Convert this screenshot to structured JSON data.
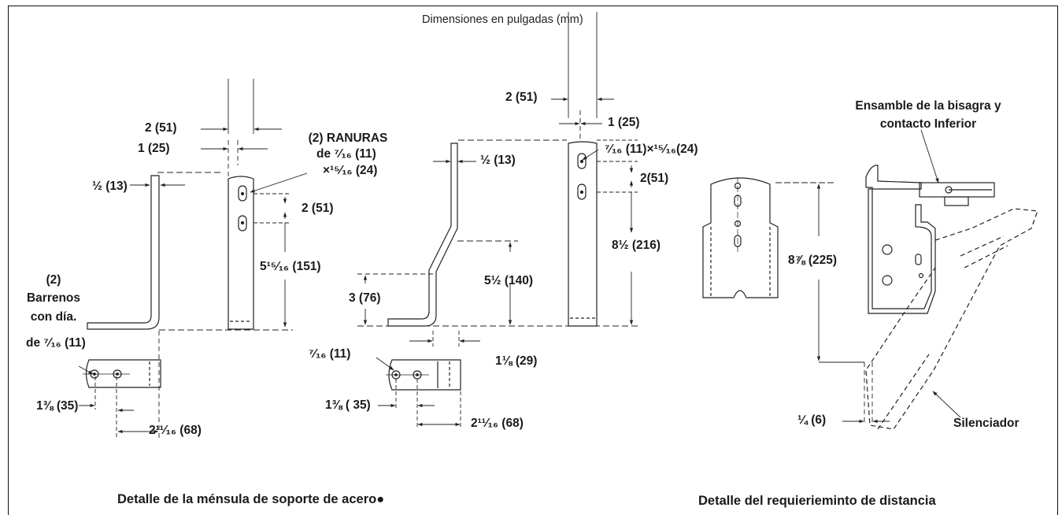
{
  "header": {
    "units_note": "Dimensiones en pulgadas (mm)"
  },
  "captions": {
    "left": "Detalle de la ménsula de soporte de acero●",
    "right": "Detalle del requierieminto de distancia"
  },
  "bracket_straight": {
    "top_width": "2 (51)",
    "inner_width": "1 (25)",
    "thickness": "½ (13)",
    "slots_line1": "(2) RANURAS",
    "slots_line2": "de ⁷⁄₁₆ (11)",
    "slots_line3": "×¹⁵⁄₁₆ (24)",
    "slot_spacing": "2 (51)",
    "height": "5¹⁵⁄₁₆ (151)",
    "holes_line1": "(2)",
    "holes_line2": "Barrenos",
    "holes_line3": "con día.",
    "holes_line4": "de ⁷⁄₁₆ (11)",
    "hole_offset": "1⅜ (35)",
    "foot_length": "2¹¹⁄₁₆ (68)"
  },
  "bracket_offset": {
    "top_width": "2 (51)",
    "inner_width": "1 (25)",
    "thickness": "½ (13)",
    "slot_size": "⁷⁄₁₆ (11)×¹⁵⁄₁₆(24)",
    "slot_spacing": "2(51)",
    "total_height": "8½ (216)",
    "bend_height": "5½ (140)",
    "offset_height": "3 (76)",
    "hole_dia": "⁷⁄₁₆ (11)",
    "offset_width": "1⅛ (29)",
    "hole_offset": "1⅜ ( 35)",
    "foot_length": "2¹¹⁄₁₆ (68)"
  },
  "clearance": {
    "hinge_line1": "Ensamble de la bisagra y",
    "hinge_line2": "contacto Inferior",
    "height": "8⅞ (225)",
    "gap": "¼ (6)",
    "muffler": "Silenciador"
  }
}
